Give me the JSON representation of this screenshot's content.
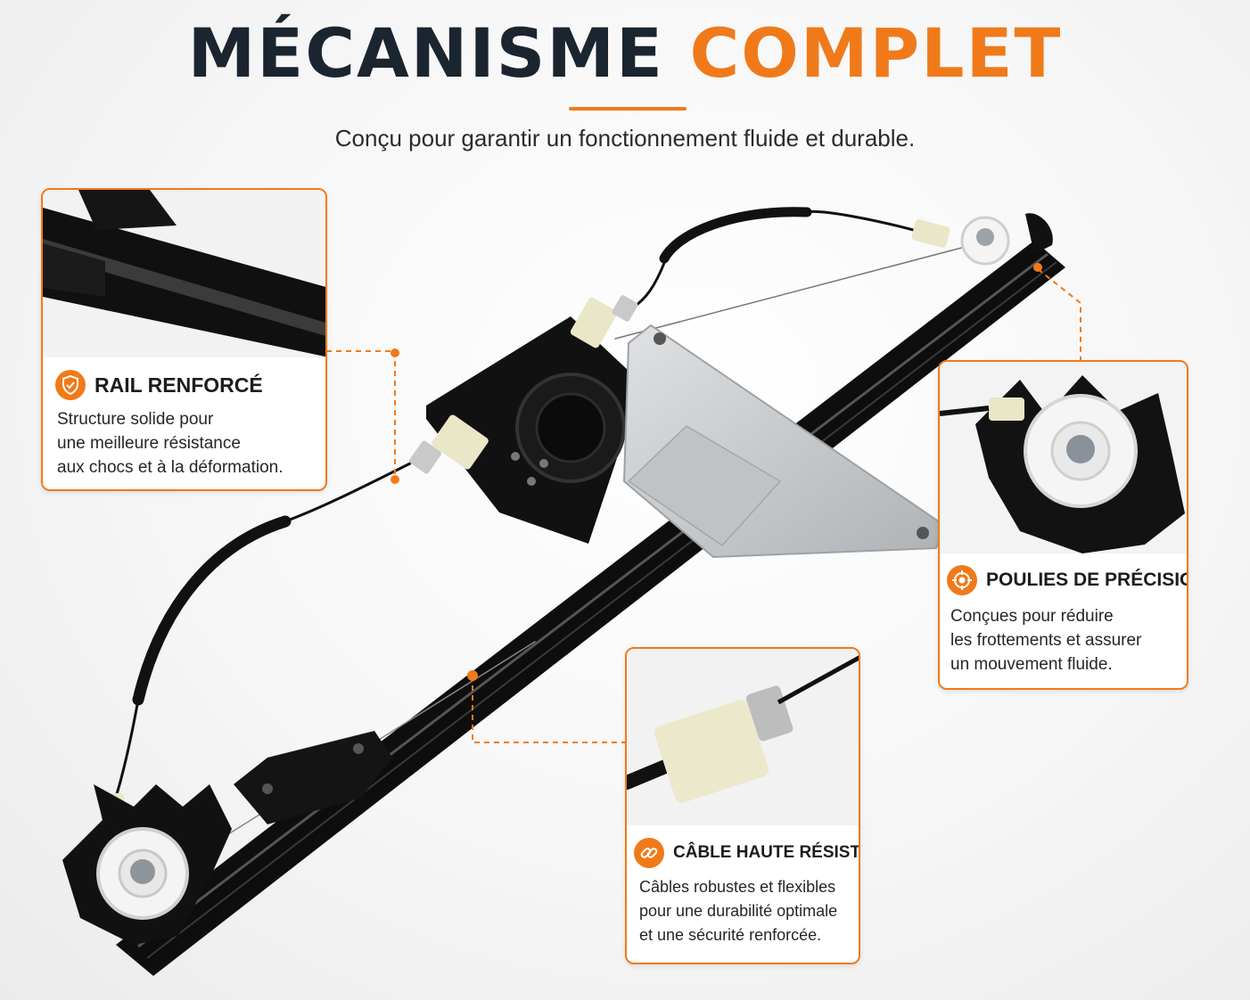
{
  "header": {
    "title_part1": "MÉCANISME",
    "title_part2": "COMPLET",
    "subtitle": "Conçu pour garantir un fonctionnement fluide et durable."
  },
  "features": {
    "rail": {
      "icon": "shield-check-icon",
      "title": "RAIL RENFORCÉ",
      "lines": [
        "Structure solide pour",
        "une meilleure résistance",
        "aux chocs et à la déformation."
      ]
    },
    "pulley": {
      "icon": "target-icon",
      "title": "POULIES DE PRÉCISION",
      "lines": [
        "Conçues pour réduire",
        "les frottements et assurer",
        "un mouvement fluide."
      ]
    },
    "cable": {
      "icon": "chain-link-icon",
      "title": "CÂBLE HAUTE RÉSISTANCE",
      "lines": [
        "Câbles robustes et flexibles",
        "pour une durabilité optimale",
        "et une sécurité renforcée."
      ]
    }
  },
  "colors": {
    "accent": "#f07a1a",
    "title_dark": "#1a2530",
    "metal_dark": "#111111",
    "plate_silver": "#c9ccce"
  }
}
